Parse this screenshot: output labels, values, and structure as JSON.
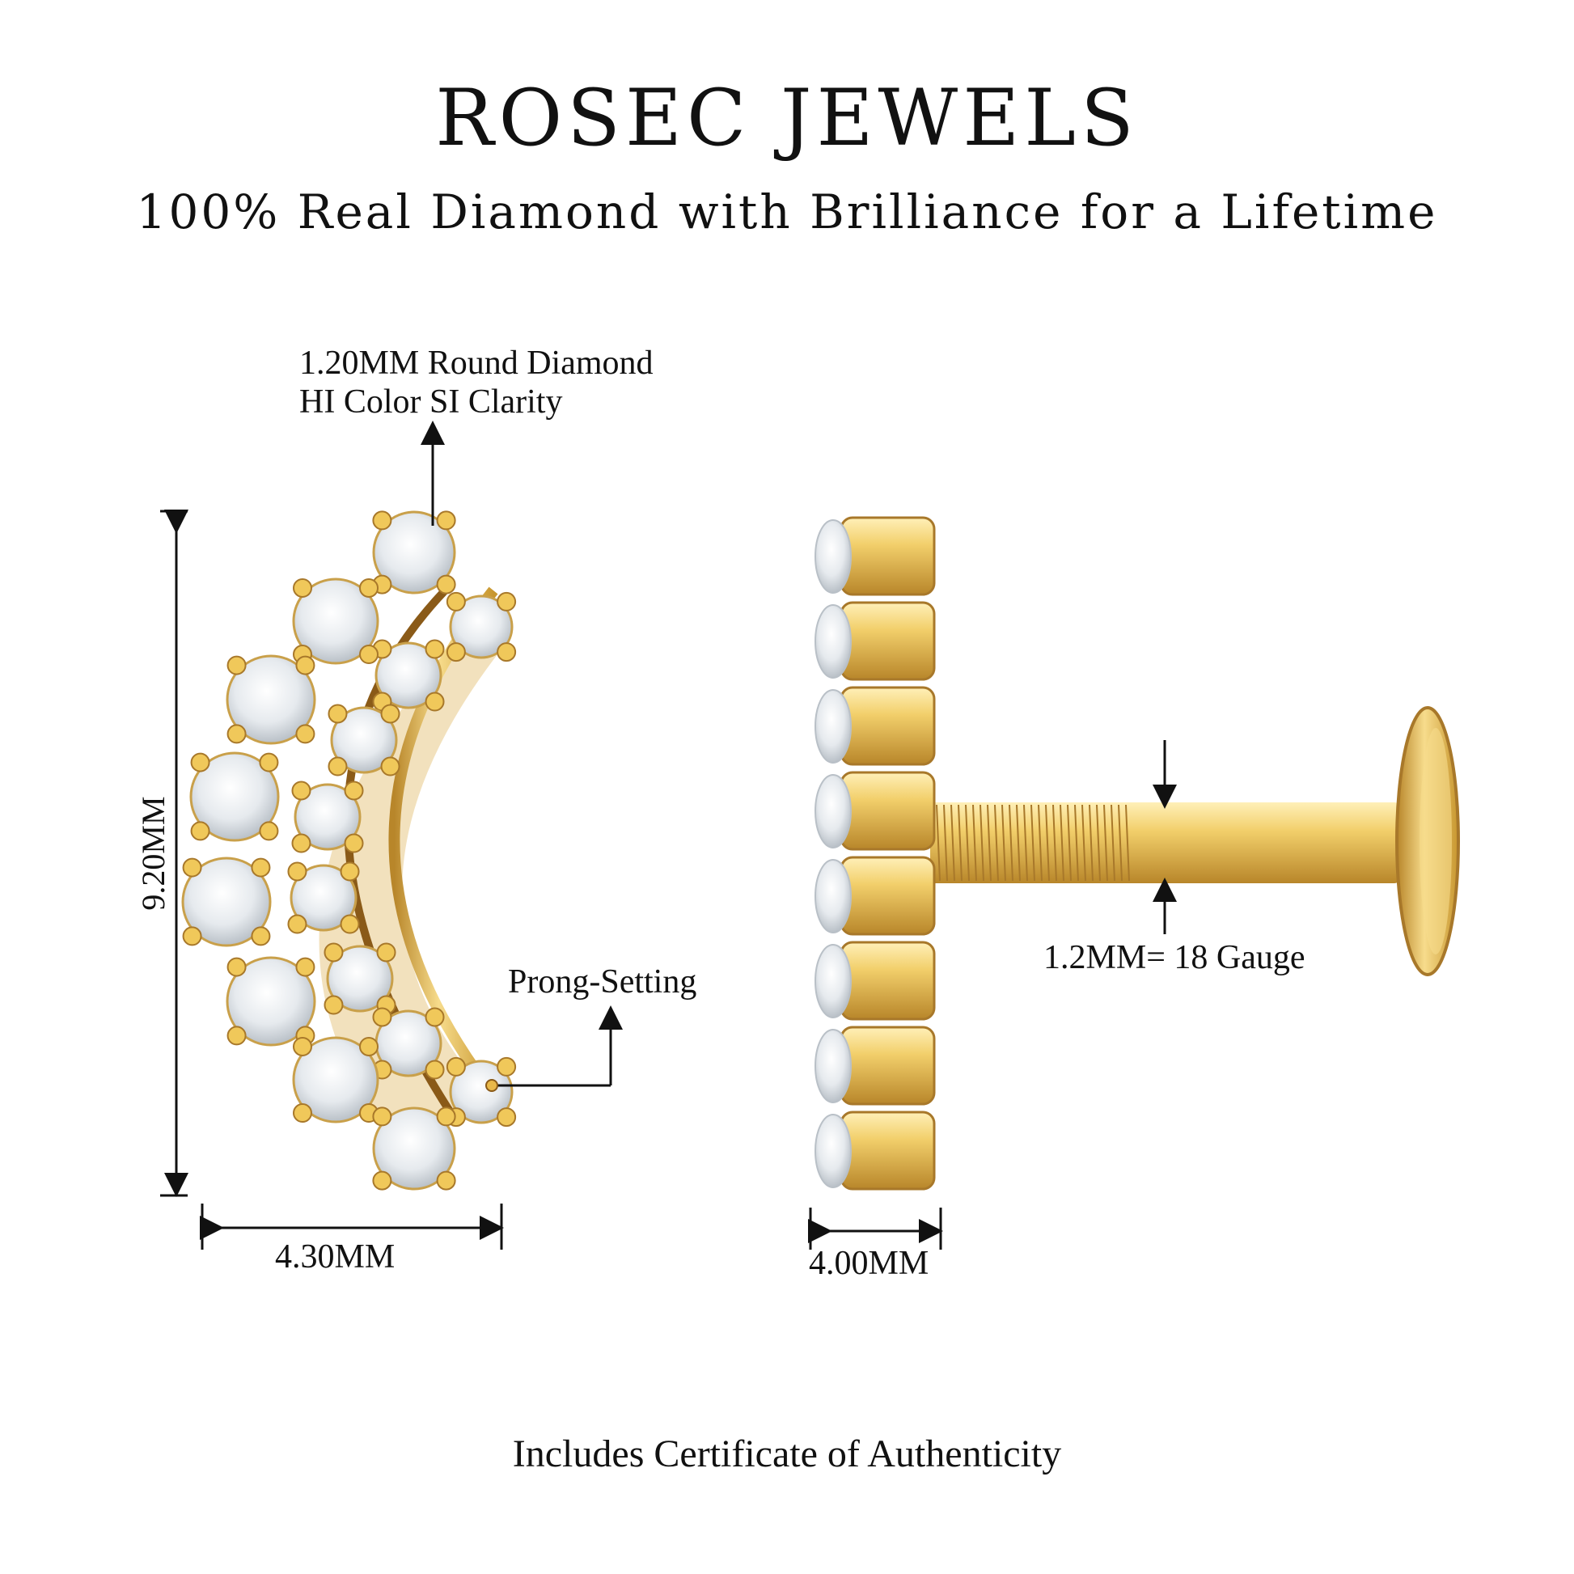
{
  "header": {
    "brand": "ROSEC JEWELS",
    "tagline": "100% Real Diamond with Brilliance for a Lifetime"
  },
  "annotations": {
    "diamond_line1": "1.20MM Round Diamond",
    "diamond_line2": "HI Color SI Clarity",
    "prong": "Prong-Setting",
    "height": "9.20MM",
    "width_front": "4.30MM",
    "width_side": "4.00MM",
    "gauge": "1.2MM= 18 Gauge"
  },
  "footer": {
    "certificate": "Includes Certificate of Authenticity"
  },
  "colors": {
    "gold": "#e8b84a",
    "gold_dark": "#b8862a",
    "gold_light": "#f7dc8c",
    "diamond": "#e9edf0"
  }
}
